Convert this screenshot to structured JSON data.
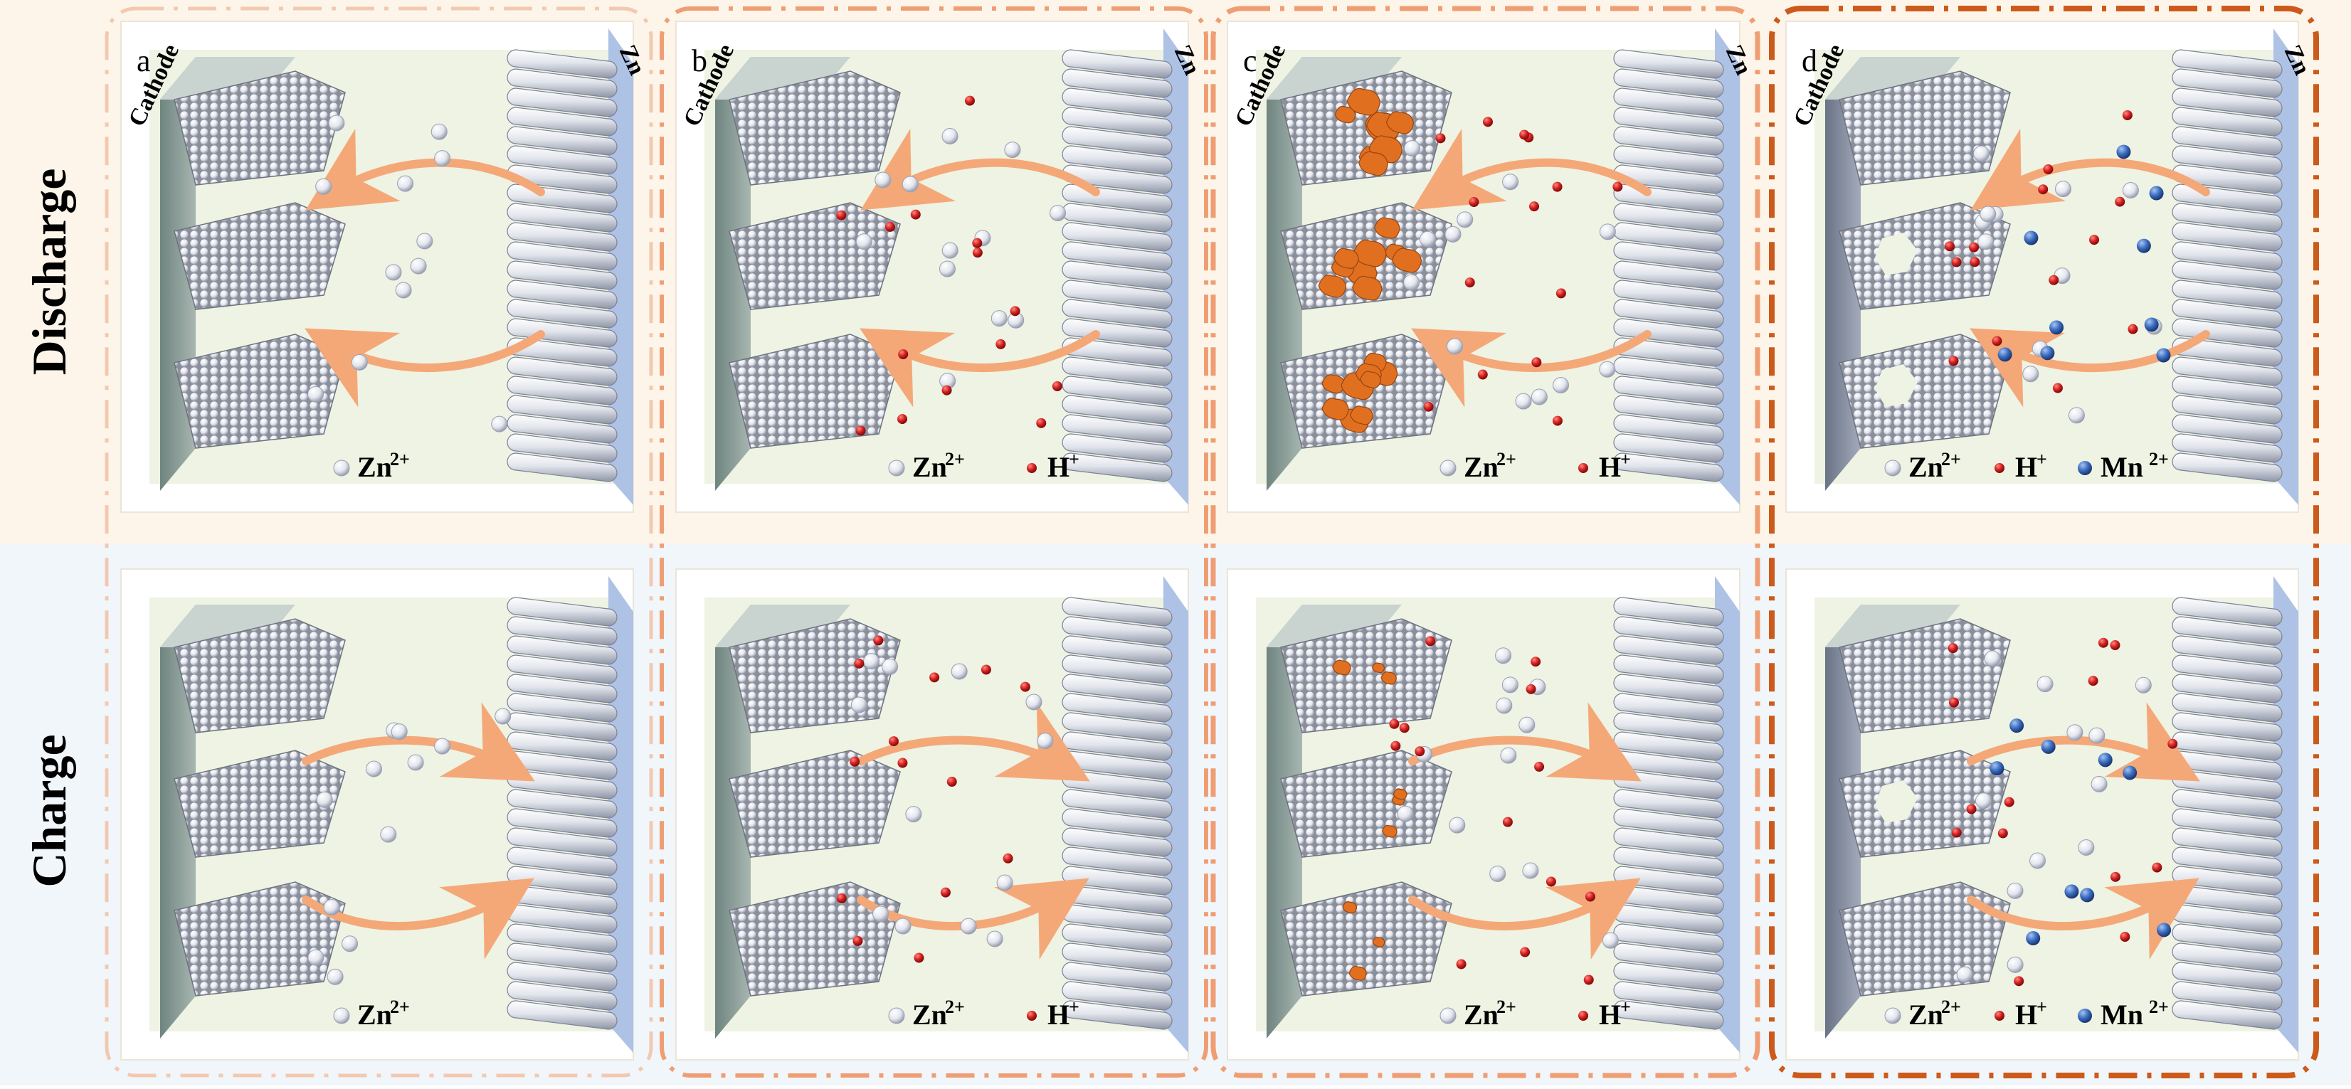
{
  "row_labels": {
    "discharge": "Discharge",
    "charge": "Charge"
  },
  "electrode_labels": {
    "cathode": "Cathode",
    "zn": "Zn"
  },
  "panels": [
    {
      "letter": "a",
      "legend": {
        "zn": "Zn",
        "zn_sup": "2+"
      }
    },
    {
      "letter": "b",
      "legend": {
        "zn": "Zn",
        "zn_sup": "2+",
        "h": "H",
        "h_sup": "+"
      }
    },
    {
      "letter": "c",
      "legend": {
        "zn": "Zn",
        "zn_sup": "2+",
        "h": "H",
        "h_sup": "+"
      }
    },
    {
      "letter": "d",
      "legend": {
        "zn": "Zn",
        "zn_sup": "2+",
        "h": "H",
        "h_sup": "+",
        "mn": "Mn",
        "mn_sup": "2+"
      }
    }
  ],
  "colors": {
    "discharge_bg": "#fdf5e9",
    "charge_bg": "#f1f6fb",
    "panel_fill": "#eef3e3",
    "arrow": "#f4a878",
    "zn_ion": "#e4e6ee",
    "h_ion": "#d42020",
    "mn_ion": "#3a6cc0",
    "deposit": "#e07020",
    "frame_light": "#f2c9b0",
    "frame_mid": "#ef9e74",
    "frame_dark": "#cc5a1a"
  }
}
